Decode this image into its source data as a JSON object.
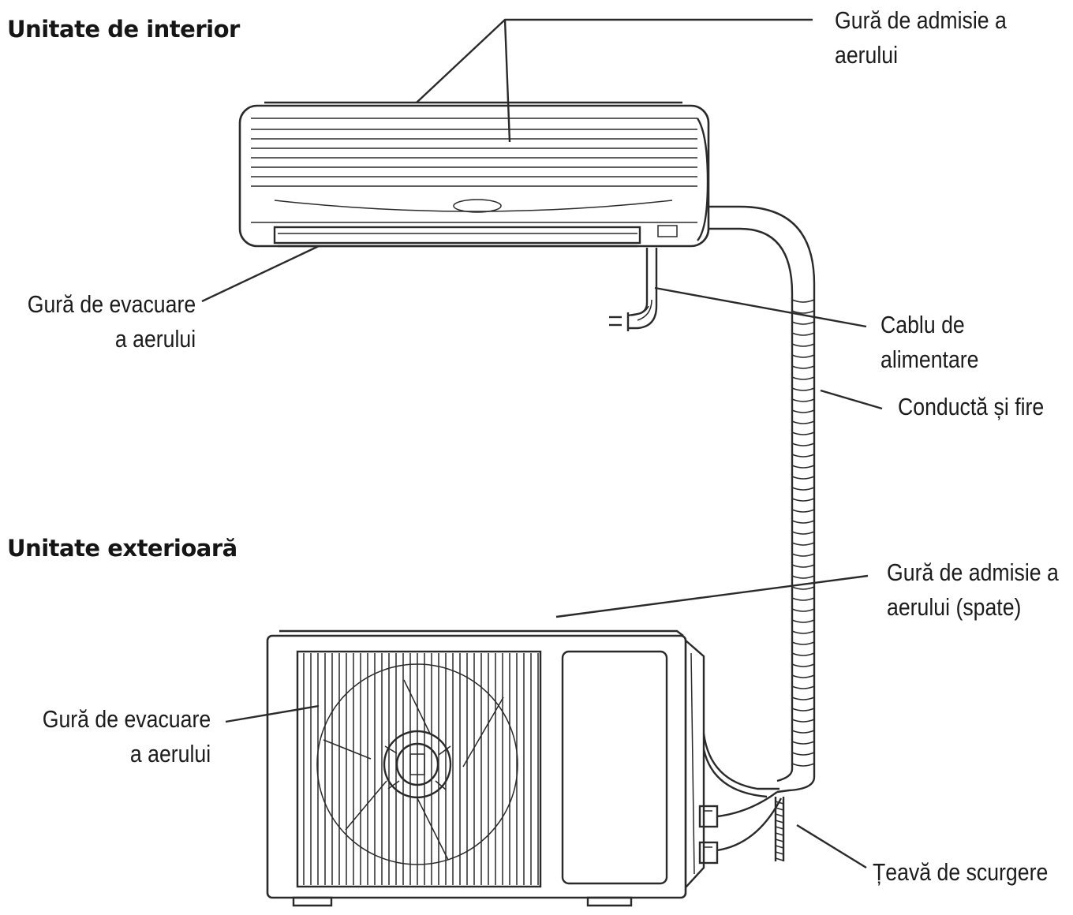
{
  "indoor": {
    "heading": "Unitate de interior",
    "labels": {
      "air_inlet": [
        "Gură de admisie a",
        "aerului"
      ],
      "air_outlet": [
        "Gură de evacuare",
        "a aerului"
      ],
      "power_cable": [
        "Cablu de",
        "alimentare"
      ],
      "pipe_and_wires": [
        "Conductă și fire"
      ]
    }
  },
  "outdoor": {
    "heading": "Unitate exterioară",
    "labels": {
      "air_inlet_back": [
        "Gură de admisie a",
        "aerului (spate)"
      ],
      "air_outlet": [
        "Gură de evacuare",
        "a aerului"
      ],
      "drain_pipe": [
        "Țeavă de scurgere"
      ]
    }
  },
  "colors": {
    "line": "#2a2a2a",
    "background": "#ffffff",
    "text": "#1c1c1c"
  },
  "icons": [
    "indoor-unit-illustration",
    "outdoor-unit-illustration",
    "fan-icon",
    "plug-icon",
    "pipe-illustration"
  ]
}
